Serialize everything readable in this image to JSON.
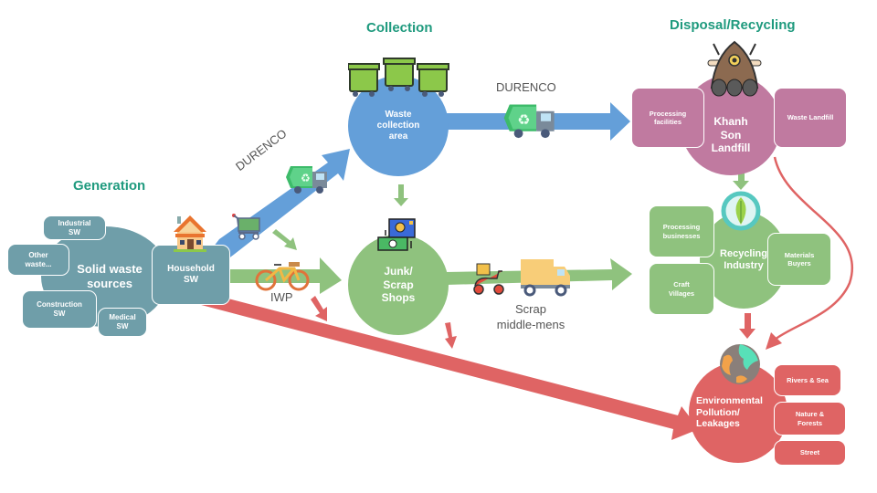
{
  "stages": {
    "generation": "Generation",
    "collection": "Collection",
    "disposal": "Disposal/Recycling"
  },
  "colors": {
    "title": "#1f9a7e",
    "generation": "#6f9ea9",
    "collection": "#649fd9",
    "informal": "#8fc27e",
    "landfill": "#c07aa0",
    "pollution": "#df6464"
  },
  "generation": {
    "center": "Solid waste sources",
    "household": "Household SW",
    "sources": [
      "Industrial SW",
      "Other waste...",
      "Construction SW",
      "Medical SW"
    ]
  },
  "collection": {
    "center": "Waste collection area",
    "junk": "Junk/ Scrap Shops"
  },
  "landfill": {
    "center": "Khanh Son Landfill",
    "left": "Processing facilities",
    "right": "Waste Landfill"
  },
  "recycling": {
    "center": "Recycling Industry",
    "items": [
      "Processing businesses",
      "Craft Villages",
      "Materials Buyers"
    ]
  },
  "pollution": {
    "center": "Environmental Pollution/ Leakages",
    "items": [
      "Rivers & Sea",
      "Nature & Forests",
      "Street"
    ]
  },
  "flow_labels": {
    "durenco_diag": "DURENCO",
    "durenco_top": "DURENCO",
    "iwp": "IWP",
    "scrap": "Scrap middle-mens"
  },
  "icons": [
    "house-icon",
    "shopping-cart-icon",
    "garbage-truck-icon",
    "waste-bin-icon",
    "bicycle-icon",
    "scrap-exchange-icon",
    "scooter-icon",
    "delivery-truck-icon",
    "landfill-monster-icon",
    "recycle-leaf-icon",
    "polluted-earth-icon"
  ]
}
